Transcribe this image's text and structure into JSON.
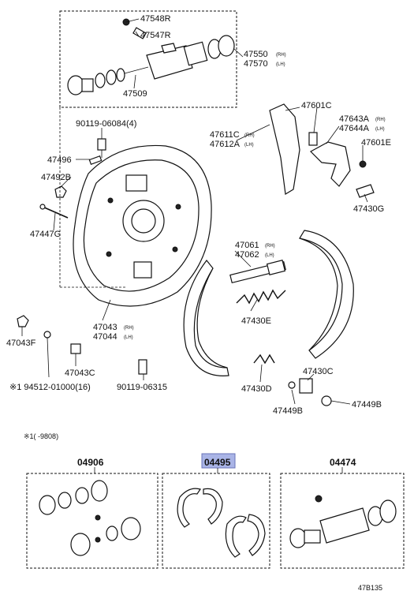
{
  "diagram_code": "47B135",
  "note": "※1(    -9808)",
  "labels": {
    "p47548R": "47548R",
    "p47547R": "47547R",
    "p47550": "47550",
    "p47550_sub": "(RH)",
    "p47570": "47570",
    "p47570_sub": "(LH)",
    "p47509": "47509",
    "p90119_06084": "90119-06084(4)",
    "p47601C": "47601C",
    "p47643A": "47643A",
    "p47643A_sub": "(RH)",
    "p47644A": "47644A",
    "p47644A_sub": "(LH)",
    "p47611C": "47611C",
    "p47611C_sub": "(RH)",
    "p47612A": "47612A",
    "p47612A_sub": "(LH)",
    "p47601E": "47601E",
    "p47496": "47496",
    "p47492B": "47492B",
    "p47430G": "47430G",
    "p47447G": "47447G",
    "p47061": "47061",
    "p47061_sub": "(RH)",
    "p47062": "47062",
    "p47062_sub": "(LH)",
    "p47430E": "47430E",
    "p47043": "47043",
    "p47043_sub": "(RH)",
    "p47044": "47044",
    "p47044_sub": "(LH)",
    "p47043F": "47043F",
    "p47043C": "47043C",
    "p94512": "※1 94512-01000(16)",
    "p90119_06315": "90119-06315",
    "p47430D": "47430D",
    "p47430C": "47430C",
    "p47449B_a": "47449B",
    "p47449B_b": "47449B",
    "kit_04906": "04906",
    "kit_04495": "04495",
    "kit_04474": "04474"
  },
  "colors": {
    "highlight": "#a9b4e6",
    "ink": "#111111"
  }
}
